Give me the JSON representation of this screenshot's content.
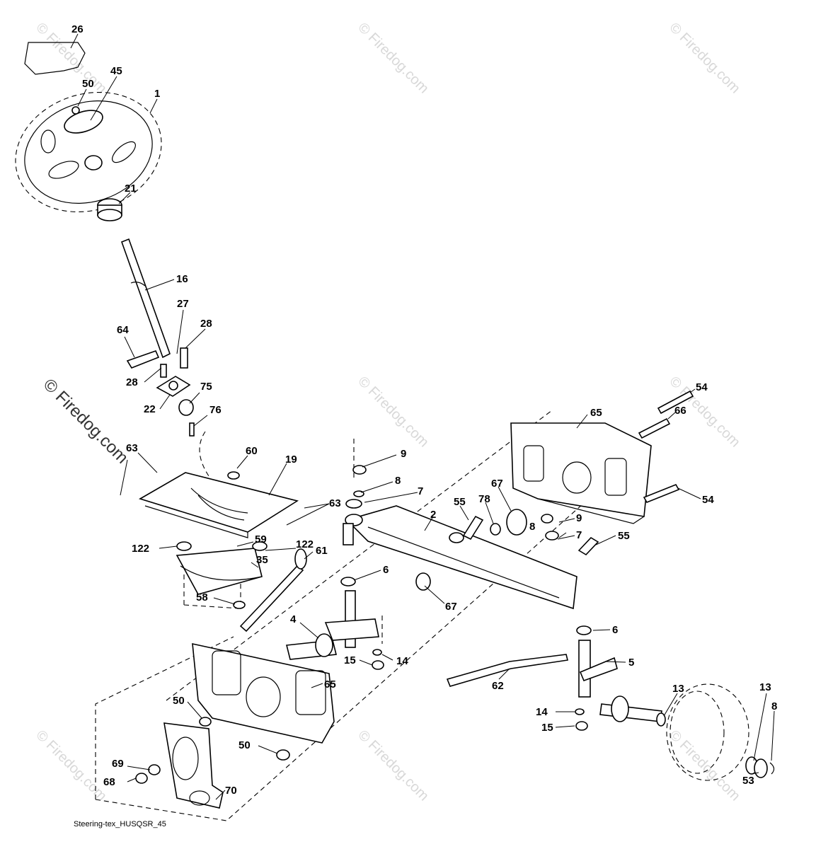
{
  "caption": "Steering-tex_HUSQSR_45",
  "watermarks": {
    "main": "© Firedog.com",
    "faint": "© Firedog.com"
  },
  "callouts": [
    {
      "id": "c26",
      "text": "26"
    },
    {
      "id": "c45",
      "text": "45"
    },
    {
      "id": "c50a",
      "text": "50"
    },
    {
      "id": "c1",
      "text": "1"
    },
    {
      "id": "c21",
      "text": "21"
    },
    {
      "id": "c16",
      "text": "16"
    },
    {
      "id": "c27",
      "text": "27"
    },
    {
      "id": "c28a",
      "text": "28"
    },
    {
      "id": "c64",
      "text": "64"
    },
    {
      "id": "c28b",
      "text": "28"
    },
    {
      "id": "c75",
      "text": "75"
    },
    {
      "id": "c22",
      "text": "22"
    },
    {
      "id": "c76",
      "text": "76"
    },
    {
      "id": "c63a",
      "text": "63"
    },
    {
      "id": "c60",
      "text": "60"
    },
    {
      "id": "c19",
      "text": "19"
    },
    {
      "id": "c63b",
      "text": "63"
    },
    {
      "id": "c59",
      "text": "59"
    },
    {
      "id": "c122a",
      "text": "122"
    },
    {
      "id": "c122b",
      "text": "122"
    },
    {
      "id": "c35",
      "text": "35"
    },
    {
      "id": "c58",
      "text": "58"
    },
    {
      "id": "c61",
      "text": "61"
    },
    {
      "id": "c9a",
      "text": "9"
    },
    {
      "id": "c8a",
      "text": "8"
    },
    {
      "id": "c7a",
      "text": "7"
    },
    {
      "id": "c2",
      "text": "2"
    },
    {
      "id": "c55a",
      "text": "55"
    },
    {
      "id": "c78",
      "text": "78"
    },
    {
      "id": "c67a",
      "text": "67"
    },
    {
      "id": "c6a",
      "text": "6"
    },
    {
      "id": "c67b",
      "text": "67"
    },
    {
      "id": "c65a",
      "text": "65"
    },
    {
      "id": "c54a",
      "text": "54"
    },
    {
      "id": "c66",
      "text": "66"
    },
    {
      "id": "c54b",
      "text": "54"
    },
    {
      "id": "c9b",
      "text": "9"
    },
    {
      "id": "c8b",
      "text": "8"
    },
    {
      "id": "c7b",
      "text": "7"
    },
    {
      "id": "c55b",
      "text": "55"
    },
    {
      "id": "c4",
      "text": "4"
    },
    {
      "id": "c15a",
      "text": "15"
    },
    {
      "id": "c14a",
      "text": "14"
    },
    {
      "id": "c6b",
      "text": "6"
    },
    {
      "id": "c5",
      "text": "5"
    },
    {
      "id": "c62",
      "text": "62"
    },
    {
      "id": "c13a",
      "text": "13"
    },
    {
      "id": "c13b",
      "text": "13"
    },
    {
      "id": "c8c",
      "text": "8"
    },
    {
      "id": "c14b",
      "text": "14"
    },
    {
      "id": "c15b",
      "text": "15"
    },
    {
      "id": "c53",
      "text": "53"
    },
    {
      "id": "c65b",
      "text": "65"
    },
    {
      "id": "c50b",
      "text": "50"
    },
    {
      "id": "c50c",
      "text": "50"
    },
    {
      "id": "c69",
      "text": "69"
    },
    {
      "id": "c68",
      "text": "68"
    },
    {
      "id": "c70",
      "text": "70"
    }
  ]
}
